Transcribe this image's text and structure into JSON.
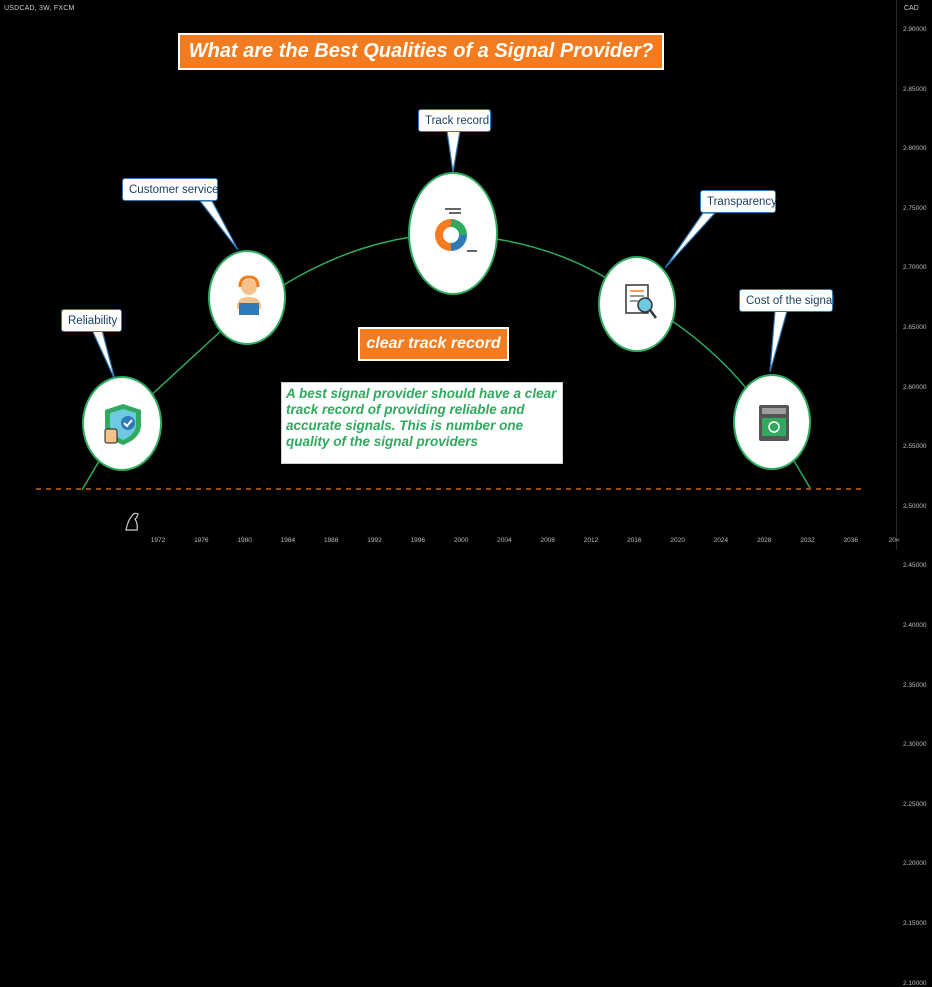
{
  "chart_header": {
    "symbol": "USDCAD, 3W, FXCM",
    "currency": "CAD"
  },
  "y_axis_labels": [
    "2.90000",
    "2.85000",
    "2.80000",
    "2.75000",
    "2.70000",
    "2.65000",
    "2.60000",
    "2.55000",
    "2.50000",
    "2.45000",
    "2.40000",
    "2.35000",
    "2.30000",
    "2.25000",
    "2.20000",
    "2.15000",
    "2.10000"
  ],
  "x_axis_labels": [
    "1972",
    "1976",
    "1980",
    "1984",
    "1988",
    "1992",
    "1996",
    "2000",
    "2004",
    "2008",
    "2012",
    "2016",
    "2020",
    "2024",
    "2028",
    "2032",
    "2036",
    "20<"
  ],
  "infographic": {
    "title": "What are the Best Qualities of a Signal Provider?",
    "highlight_label": "clear track record",
    "description": "A best signal provider should have a clear track record of providing reliable and accurate signals. This is number one quality of the signal providers",
    "qualities": [
      {
        "label": "Reliability",
        "icon": "shield-thumbs-up-icon"
      },
      {
        "label": "Customer service",
        "icon": "support-agent-icon"
      },
      {
        "label": "Track record",
        "icon": "donut-chart-icon"
      },
      {
        "label": "Transparency",
        "icon": "document-magnifier-icon"
      },
      {
        "label": "Cost of the signal",
        "icon": "cash-register-icon"
      }
    ]
  },
  "colors": {
    "accent_orange": "#f27c1f",
    "green": "#2faa5e",
    "callout_border": "#2e79b6",
    "background": "#000000"
  }
}
